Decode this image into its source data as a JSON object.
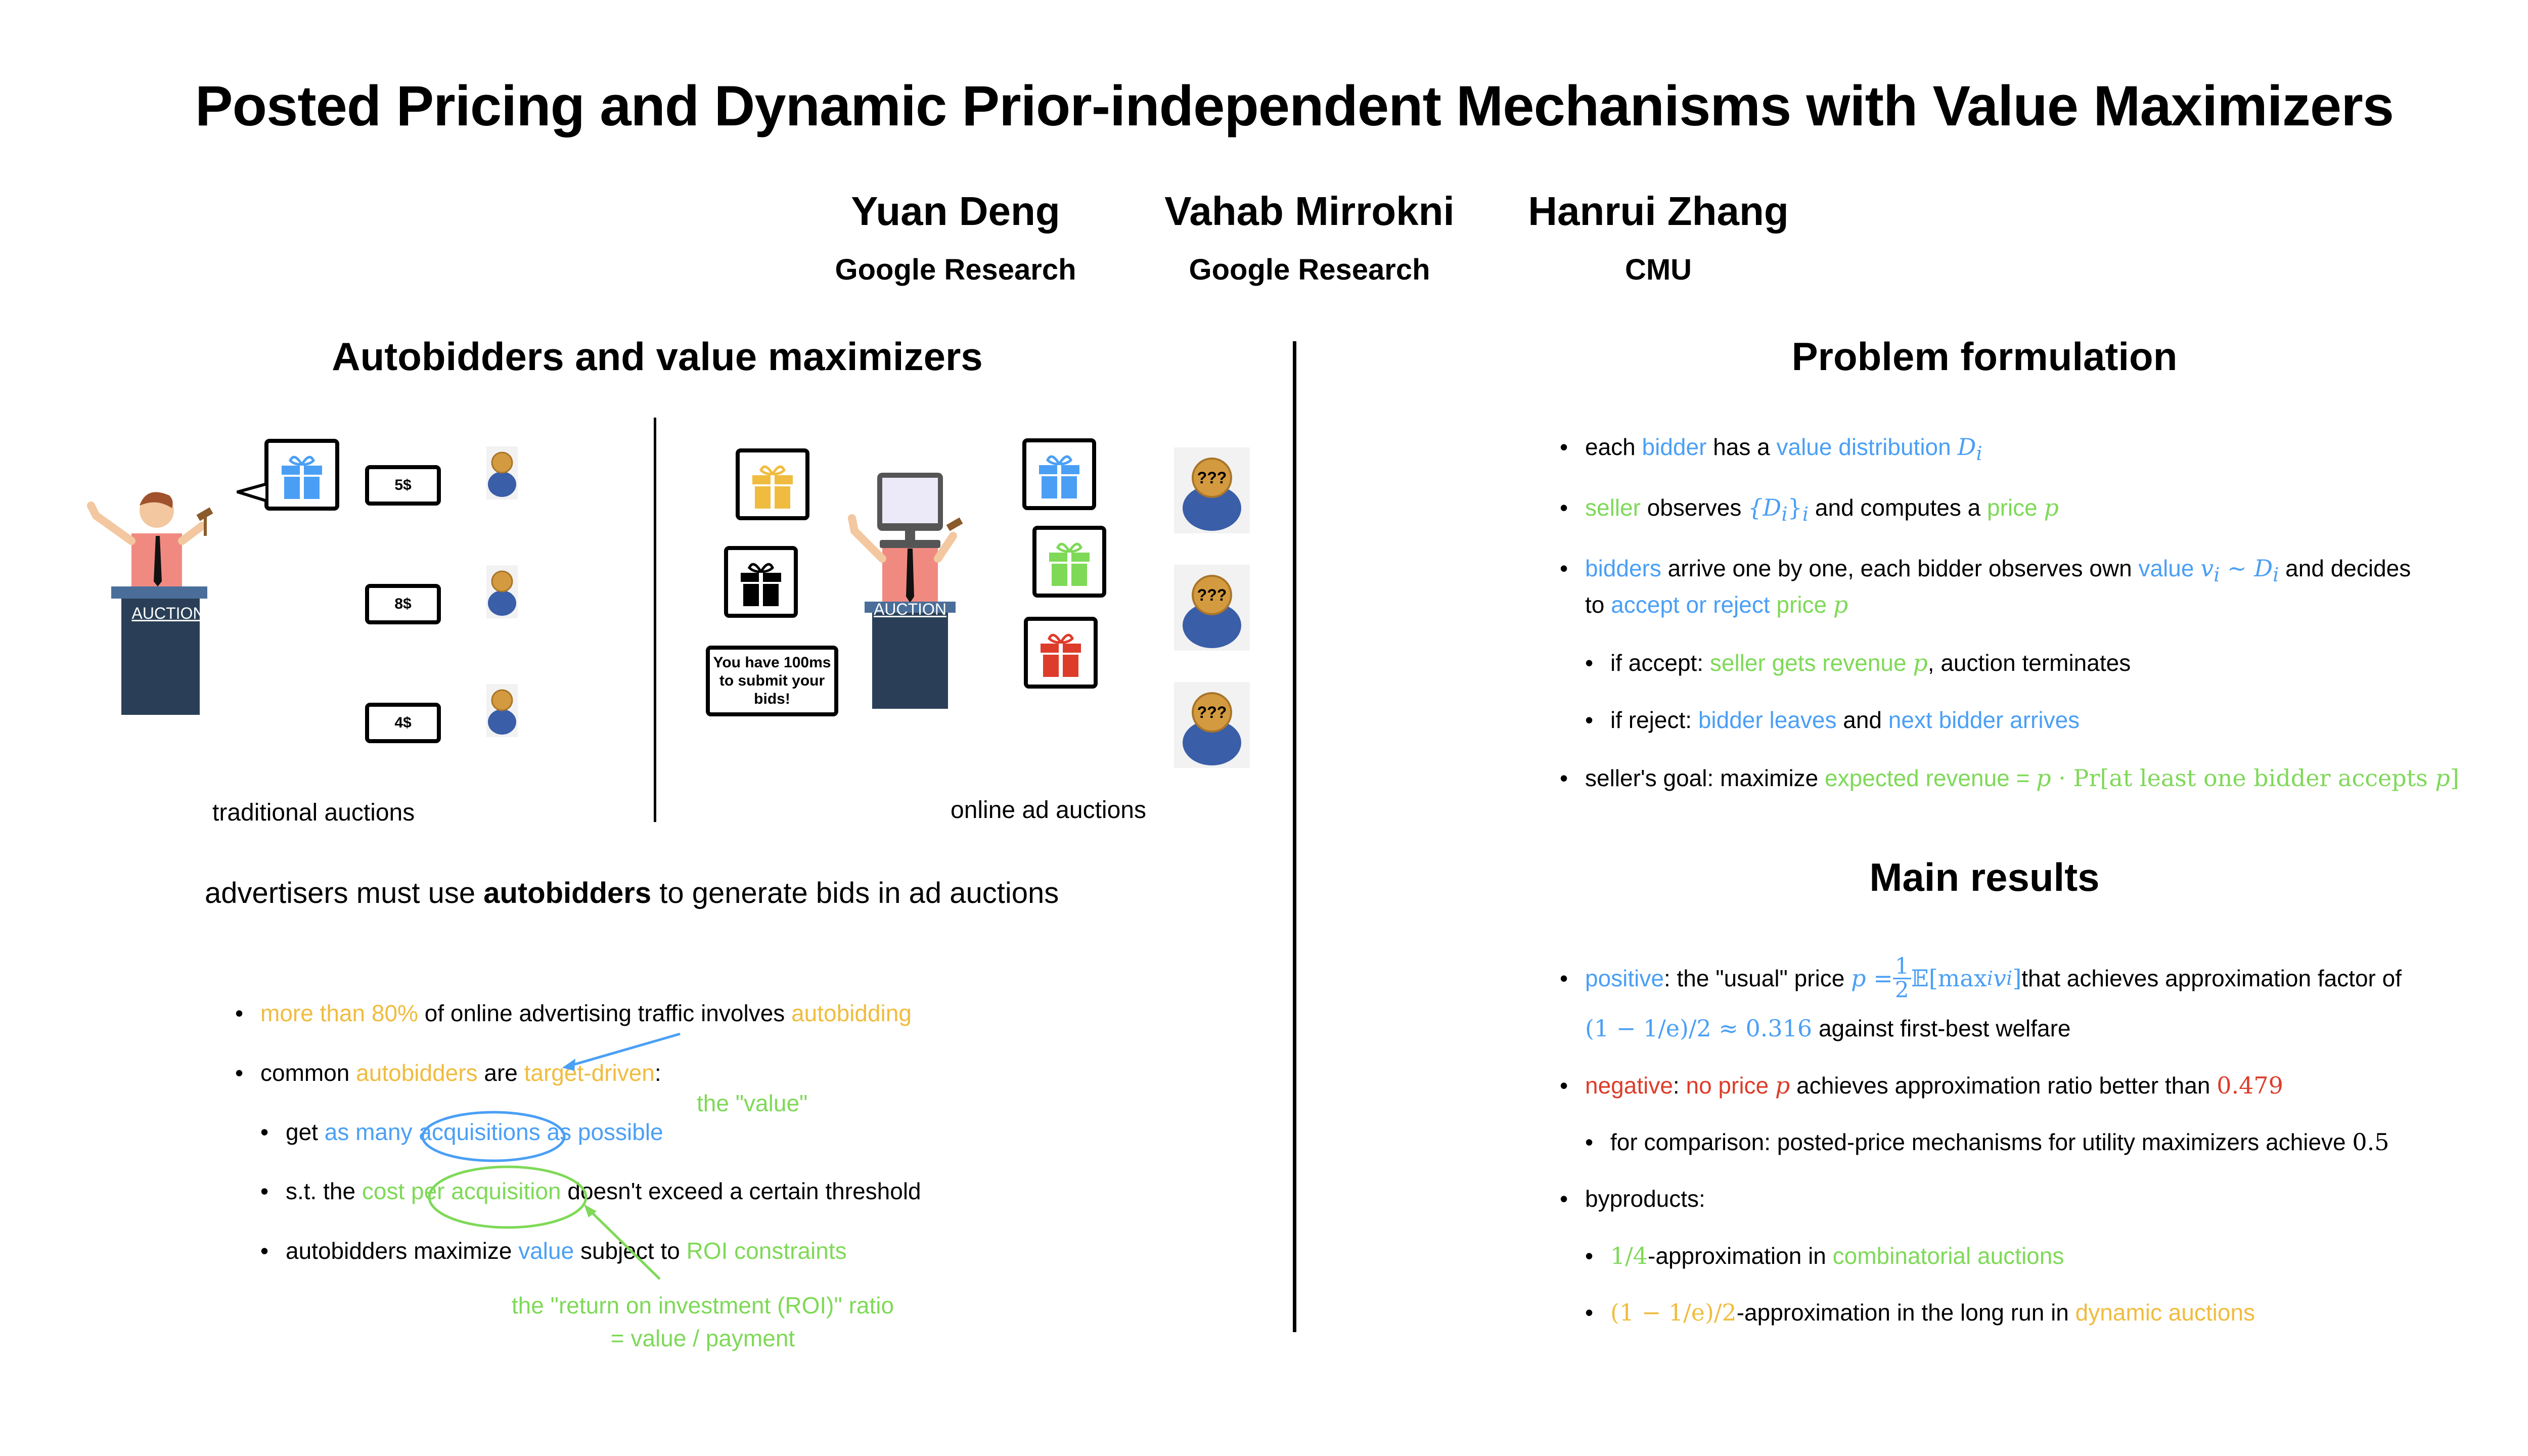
{
  "title": "Posted Pricing and Dynamic Prior-independent Mechanisms with Value Maximizers",
  "authors": [
    {
      "name": "Yuan Deng",
      "affiliation": "Google Research"
    },
    {
      "name": "Vahab Mirrokni",
      "affiliation": "Google Research"
    },
    {
      "name": "Hanrui Zhang",
      "affiliation": "CMU"
    }
  ],
  "colors": {
    "blue": "#4a9ff5",
    "green": "#7ed957",
    "orange": "#f0bc3f",
    "red": "#dd3c2a"
  },
  "left": {
    "heading": "Autobidders and value maximizers",
    "traditional": {
      "caption": "traditional auctions",
      "podium_label": "AUCTION",
      "gift_color": "blue",
      "bids": [
        "5$",
        "8$",
        "4$"
      ]
    },
    "online": {
      "caption": "online ad auctions",
      "podium_label": "AUCTION",
      "gift_colors": [
        "orange",
        "black",
        "blue",
        "green",
        "red"
      ],
      "timer_bubble": "You have 100ms to submit your bids!",
      "unknown_bidder_label": "???"
    },
    "statement": {
      "pre": "advertisers must use ",
      "bold": "autobidders",
      "post": " to generate bids in ad auctions"
    },
    "bullets": {
      "b1": {
        "c1": "more than 80%",
        "c2": " of online advertising traffic involves ",
        "c3": "autobidding"
      },
      "b2": {
        "c1": "common ",
        "c2": "autobidders",
        "c3": " are ",
        "c4": "target-driven",
        "c5": ":"
      },
      "b2a": {
        "c1": "get ",
        "c2": "as many acquisitions as possible"
      },
      "b2b": {
        "c1": "s.t. the ",
        "c2": "cost per acquisition",
        "c3": " doesn't exceed a certain threshold"
      },
      "b3": {
        "c1": "autobidders maximize ",
        "c2": "value",
        "c3": " subject to ",
        "c4": "ROI constraints"
      }
    },
    "annotations": {
      "value_note": "the \"value\"",
      "roi_note_line1": "the \"return on investment (ROI)\" ratio",
      "roi_note_line2": "= value / payment"
    }
  },
  "right": {
    "heading": "Problem formulation",
    "p1": {
      "c1": "each ",
      "c2": "bidder",
      "c3": " has a ",
      "c4": "value distribution ",
      "m": "D",
      "sub": "i"
    },
    "p2": {
      "c1": "seller",
      "c2": " observes ",
      "m": "{D",
      "sub": "i",
      "m2": "}",
      "sub2": "i",
      "c3": " and computes a ",
      "c4": "price ",
      "m3": "p"
    },
    "p3": {
      "c1": "bidders",
      "c2": " arrive one by one, each bidder observes own ",
      "c3": "value ",
      "m1": "v",
      "sub1": "i",
      "op": " ~ ",
      "m2": "D",
      "sub2": "i",
      "c4": " and decides",
      "c5": "to ",
      "c6": "accept or reject",
      "c7": " price ",
      "m3": "p"
    },
    "p3a": {
      "c1": "if accept: ",
      "c2": "seller gets revenue ",
      "m": "p",
      "c3": ", auction terminates"
    },
    "p3b": {
      "c1": "if reject: ",
      "c2": "bidder leaves",
      "c3": " and ",
      "c4": "next bidder arrives"
    },
    "p4": {
      "c1": "seller's goal: maximize ",
      "c2": "expected revenue = ",
      "m": "p",
      "c3": " · Pr[at least one bidder accepts ",
      "m2": "p",
      "c4": "]"
    },
    "results_heading": "Main results",
    "r1": {
      "c1": "positive",
      "c2": ": the \"usual\" price ",
      "m": "p = ",
      "num": "1",
      "den": "2",
      "e": "𝔼[max",
      "esub": "i",
      "ev": " v",
      "evsub": "i",
      "ec": "]",
      "c3": " that achieves approximation factor of",
      "l2m": "(1 − 1/e)/2 ≈ 0.316",
      "l2": " against first-best welfare"
    },
    "r2": {
      "c1": "negative",
      "c2": ": ",
      "c3": "no price ",
      "m": "p",
      "c4": " achieves approximation ratio better than ",
      "v": "0.479"
    },
    "r2a": {
      "c1": "for comparison: posted-price mechanisms for utility maximizers achieve ",
      "v": "0.5"
    },
    "r3": {
      "c1": "byproducts:"
    },
    "r3a": {
      "m": "1/4",
      "c1": "-approximation in ",
      "c2": "combinatorial auctions"
    },
    "r3b": {
      "m": "(1 − 1/e)/2",
      "c1": "-approximation in the long run in ",
      "c2": "dynamic auctions"
    }
  }
}
